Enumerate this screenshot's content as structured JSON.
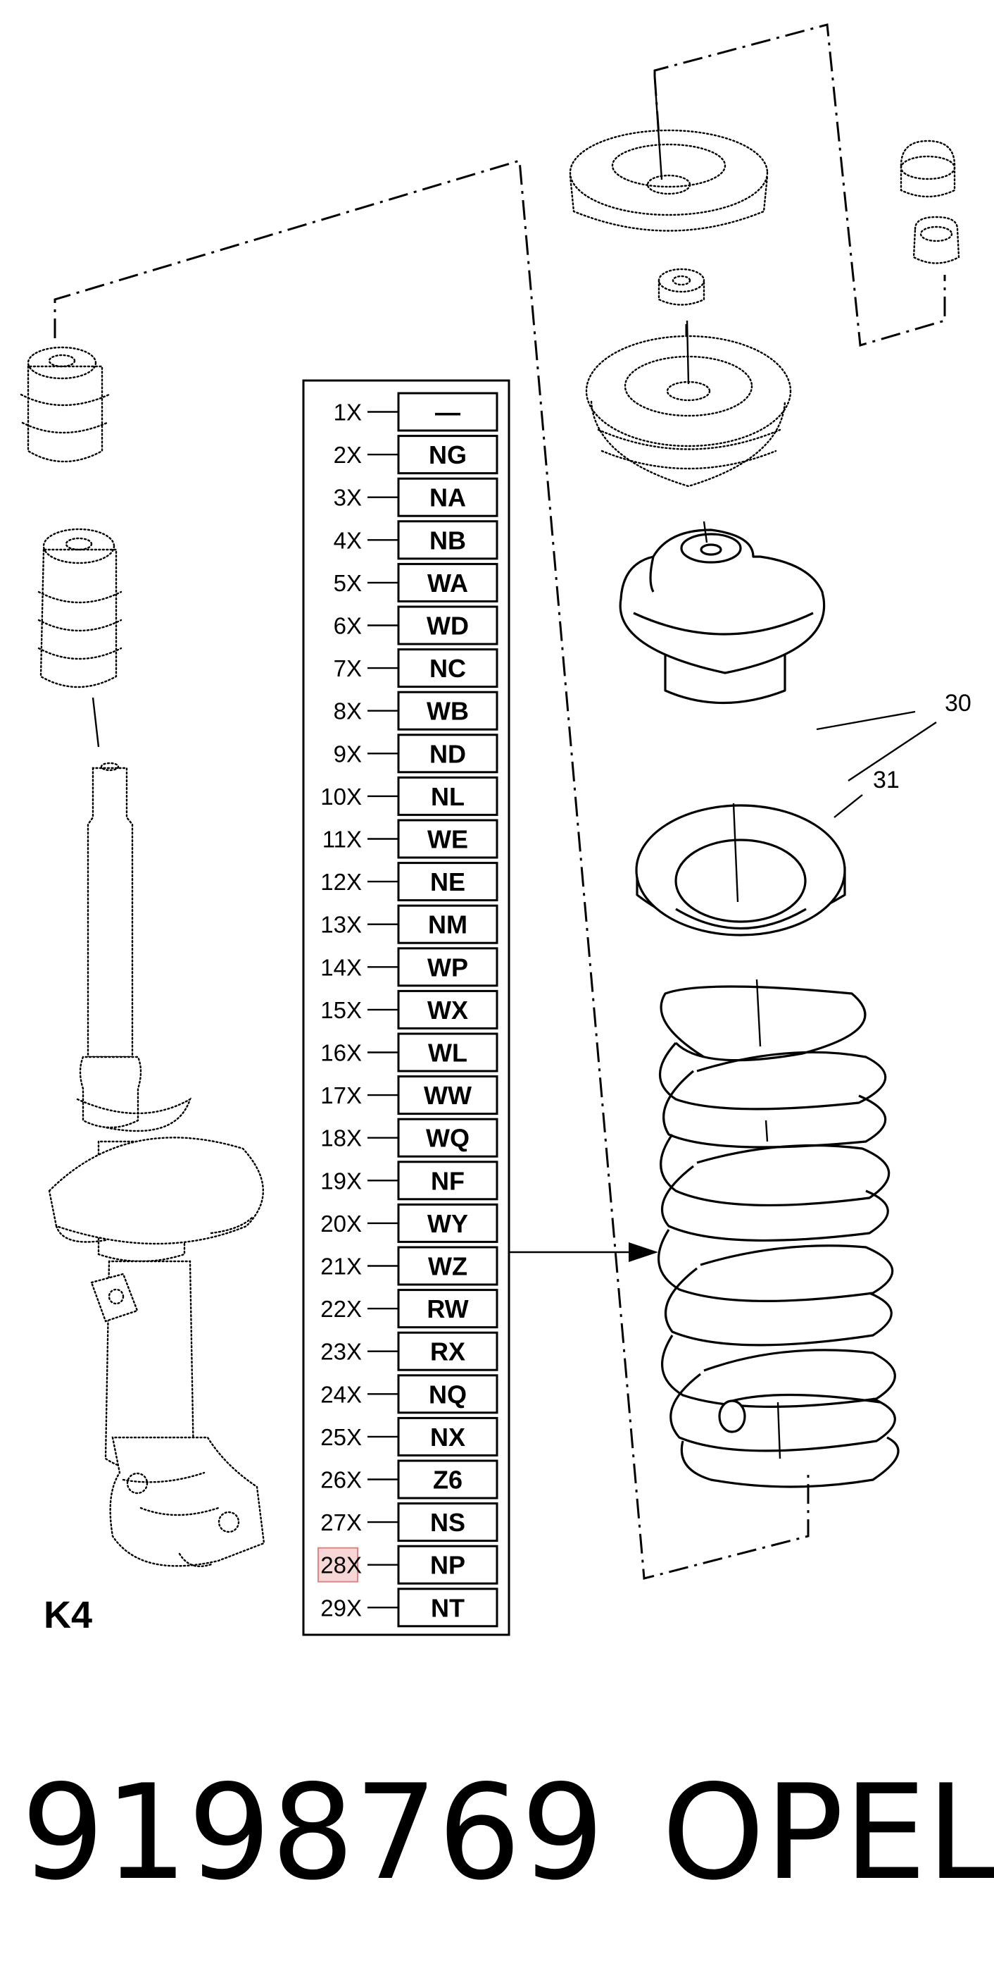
{
  "diagram": {
    "model_code": "K4",
    "callouts": [
      "30",
      "31"
    ],
    "highlighted_row": 27,
    "highlight_color": "#f7d6d6",
    "variant_table": [
      {
        "qty": "1X",
        "code": "—"
      },
      {
        "qty": "2X",
        "code": "NG"
      },
      {
        "qty": "3X",
        "code": "NA"
      },
      {
        "qty": "4X",
        "code": "NB"
      },
      {
        "qty": "5X",
        "code": "WA"
      },
      {
        "qty": "6X",
        "code": "WD"
      },
      {
        "qty": "7X",
        "code": "NC"
      },
      {
        "qty": "8X",
        "code": "WB"
      },
      {
        "qty": "9X",
        "code": "ND"
      },
      {
        "qty": "10X",
        "code": "NL"
      },
      {
        "qty": "11X",
        "code": "WE"
      },
      {
        "qty": "12X",
        "code": "NE"
      },
      {
        "qty": "13X",
        "code": "NM"
      },
      {
        "qty": "14X",
        "code": "WP"
      },
      {
        "qty": "15X",
        "code": "WX"
      },
      {
        "qty": "16X",
        "code": "WL"
      },
      {
        "qty": "17X",
        "code": "WW"
      },
      {
        "qty": "18X",
        "code": "WQ"
      },
      {
        "qty": "19X",
        "code": "NF"
      },
      {
        "qty": "20X",
        "code": "WY"
      },
      {
        "qty": "21X",
        "code": "WZ"
      },
      {
        "qty": "22X",
        "code": "RW"
      },
      {
        "qty": "23X",
        "code": "RX"
      },
      {
        "qty": "24X",
        "code": "NQ"
      },
      {
        "qty": "25X",
        "code": "NX"
      },
      {
        "qty": "26X",
        "code": "Z6"
      },
      {
        "qty": "27X",
        "code": "NS"
      },
      {
        "qty": "28X",
        "code": "NP"
      },
      {
        "qty": "29X",
        "code": "NT"
      }
    ]
  },
  "footer": {
    "part_number": "9198769",
    "brand": "OPEL"
  }
}
